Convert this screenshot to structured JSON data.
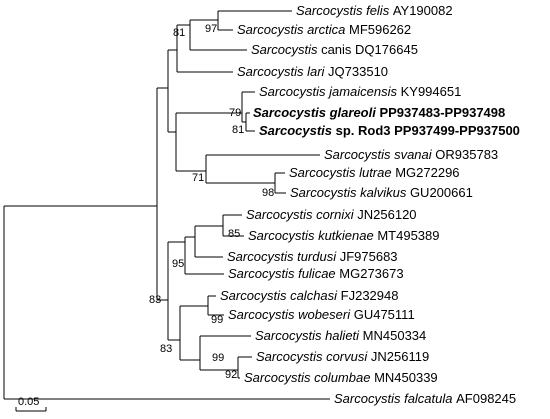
{
  "tree": {
    "taxa": [
      {
        "id": "felis",
        "genus": "Sarcocystis",
        "species": "felis",
        "accession": "AY190082",
        "bold": false
      },
      {
        "id": "arctica",
        "genus": "Sarcocystis",
        "species": "arctica",
        "accession": "MF596262",
        "bold": false
      },
      {
        "id": "canis",
        "genus": "Sarcocystis",
        "species": "canis",
        "accession": "DQ176645",
        "bold": false,
        "species_italic": false
      },
      {
        "id": "lari",
        "genus": "Sarcocystis",
        "species": "lari",
        "accession": "JQ733510",
        "bold": false
      },
      {
        "id": "jamaicensis",
        "genus": "Sarcocystis",
        "species": "jamaicensis",
        "accession": "KY994651",
        "bold": false
      },
      {
        "id": "glareoli",
        "genus": "Sarcocystis",
        "species": "glareoli",
        "accession": "PP937483-PP937498",
        "bold": true
      },
      {
        "id": "rod3",
        "genus": "Sarcocystis",
        "species": "sp. Rod3",
        "accession": "PP937499-PP937500",
        "bold": true,
        "species_italic": false
      },
      {
        "id": "svanai",
        "genus": "Sarcocystis",
        "species": "svanai",
        "accession": "OR935783",
        "bold": false
      },
      {
        "id": "lutrae",
        "genus": "Sarcocystis",
        "species": "lutrae",
        "accession": "MG272296",
        "bold": false
      },
      {
        "id": "kalvikus",
        "genus": "Sarcocystis",
        "species": "kalvikus",
        "accession": "GU200661",
        "bold": false
      },
      {
        "id": "cornixi",
        "genus": "Sarcocystis",
        "species": "cornixi",
        "accession": "JN256120",
        "bold": false
      },
      {
        "id": "kutkienae",
        "genus": "Sarcocystis",
        "species": "kutkienae",
        "accession": "MT495389",
        "bold": false
      },
      {
        "id": "turdusi",
        "genus": "Sarcocystis",
        "species": "turdusi",
        "accession": "JF975683",
        "bold": false
      },
      {
        "id": "fulicae",
        "genus": "Sarcocystis",
        "species": "fulicae",
        "accession": "MG273673",
        "bold": false
      },
      {
        "id": "calchasi",
        "genus": "Sarcocystis",
        "species": "calchasi",
        "accession": "FJ232948",
        "bold": false
      },
      {
        "id": "wobeseri",
        "genus": "Sarcocystis",
        "species": "wobeseri",
        "accession": "GU475111",
        "bold": false
      },
      {
        "id": "halieti",
        "genus": "Sarcocystis",
        "species": "halieti",
        "accession": "MN450334",
        "bold": false
      },
      {
        "id": "corvusi",
        "genus": "Sarcocystis",
        "species": "corvusi",
        "accession": "JN256119",
        "bold": false
      },
      {
        "id": "columbae",
        "genus": "Sarcocystis",
        "species": "columbae",
        "accession": "MN450339",
        "bold": false
      },
      {
        "id": "falcatula",
        "genus": "Sarcocystis",
        "species": "falcatula",
        "accession": "AF098245",
        "bold": false
      }
    ],
    "bootstrap": [
      "97",
      "81",
      "79",
      "81",
      "71",
      "98",
      "85",
      "95",
      "99",
      "99",
      "92",
      "83",
      "83"
    ],
    "scale_bar": {
      "label": "0.05",
      "value": 0.05
    }
  }
}
